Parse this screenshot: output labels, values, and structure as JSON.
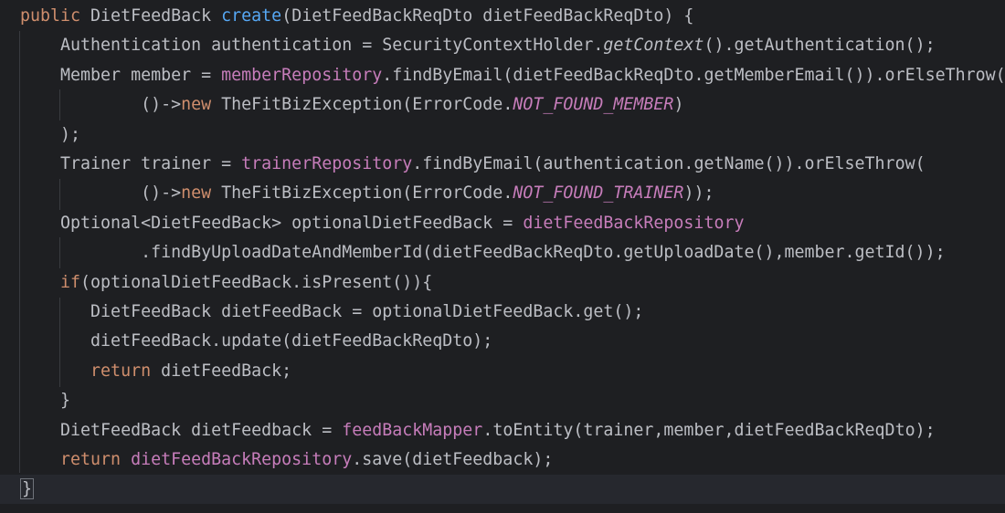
{
  "code_lines": [
    {
      "indent": "",
      "tokens": [
        {
          "t": "public ",
          "c": "kw"
        },
        {
          "t": "DietFeedBack ",
          "c": "plain"
        },
        {
          "t": "create",
          "c": "fn"
        },
        {
          "t": "(DietFeedBackReqDto dietFeedBackReqDto) {",
          "c": "plain"
        }
      ]
    },
    {
      "indent": "    ",
      "tokens": [
        {
          "t": "Authentication authentication = SecurityContextHolder.",
          "c": "plain"
        },
        {
          "t": "getContext",
          "c": "ital"
        },
        {
          "t": "().getAuthentication();",
          "c": "plain"
        }
      ]
    },
    {
      "indent": "    ",
      "tokens": [
        {
          "t": "Member member = ",
          "c": "plain"
        },
        {
          "t": "memberRepository",
          "c": "fld"
        },
        {
          "t": ".findByEmail(dietFeedBackReqDto.getMemberEmail()).orElseThrow(",
          "c": "plain"
        }
      ]
    },
    {
      "indent": "            ",
      "tokens": [
        {
          "t": "()->",
          "c": "plain"
        },
        {
          "t": "new ",
          "c": "kw"
        },
        {
          "t": "TheFitBizException(ErrorCode.",
          "c": "plain"
        },
        {
          "t": "NOT_FOUND_MEMBER",
          "c": "sfld"
        },
        {
          "t": ")",
          "c": "plain"
        }
      ]
    },
    {
      "indent": "    ",
      "tokens": [
        {
          "t": ");",
          "c": "plain"
        }
      ]
    },
    {
      "indent": "    ",
      "tokens": [
        {
          "t": "Trainer trainer = ",
          "c": "plain"
        },
        {
          "t": "trainerRepository",
          "c": "fld"
        },
        {
          "t": ".findByEmail(authentication.getName()).orElseThrow(",
          "c": "plain"
        }
      ]
    },
    {
      "indent": "            ",
      "tokens": [
        {
          "t": "()->",
          "c": "plain"
        },
        {
          "t": "new ",
          "c": "kw"
        },
        {
          "t": "TheFitBizException(ErrorCode.",
          "c": "plain"
        },
        {
          "t": "NOT_FOUND_TRAINER",
          "c": "sfld"
        },
        {
          "t": "));",
          "c": "plain"
        }
      ]
    },
    {
      "indent": "    ",
      "tokens": [
        {
          "t": "Optional<DietFeedBack> optionalDietFeedBack = ",
          "c": "plain"
        },
        {
          "t": "dietFeedBackRepository",
          "c": "fld"
        }
      ]
    },
    {
      "indent": "            ",
      "tokens": [
        {
          "t": ".findByUploadDateAndMemberId(dietFeedBackReqDto.getUploadDate(),member.getId());",
          "c": "plain"
        }
      ]
    },
    {
      "indent": "    ",
      "tokens": [
        {
          "t": "if",
          "c": "kw"
        },
        {
          "t": "(optionalDietFeedBack.isPresent()){",
          "c": "plain"
        }
      ]
    },
    {
      "indent": "       ",
      "tokens": [
        {
          "t": "DietFeedBack dietFeedBack = optionalDietFeedBack.get();",
          "c": "plain"
        }
      ]
    },
    {
      "indent": "       ",
      "tokens": [
        {
          "t": "dietFeedBack.update(dietFeedBackReqDto);",
          "c": "plain"
        }
      ]
    },
    {
      "indent": "       ",
      "tokens": [
        {
          "t": "return ",
          "c": "kw"
        },
        {
          "t": "dietFeedBack;",
          "c": "plain"
        }
      ]
    },
    {
      "indent": "    ",
      "tokens": [
        {
          "t": "}",
          "c": "plain"
        }
      ]
    },
    {
      "indent": "    ",
      "tokens": [
        {
          "t": "DietFeedBack dietFeedback = ",
          "c": "plain"
        },
        {
          "t": "feedBackMapper",
          "c": "fld"
        },
        {
          "t": ".toEntity(trainer,member,dietFeedBackReqDto);",
          "c": "plain"
        }
      ]
    },
    {
      "indent": "    ",
      "tokens": [
        {
          "t": "return ",
          "c": "kw"
        },
        {
          "t": "dietFeedBackRepository",
          "c": "fld"
        },
        {
          "t": ".save(dietFeedback);",
          "c": "plain"
        }
      ]
    },
    {
      "indent": "",
      "tokens": [
        {
          "t": "}",
          "c": "brace"
        }
      ]
    }
  ],
  "colors": {
    "background": "#1e1f22",
    "current_line": "#26282e",
    "keyword": "#cf8e6d",
    "method_declaration": "#56a8f5",
    "field": "#c77dbb",
    "text": "#bcbec4"
  }
}
